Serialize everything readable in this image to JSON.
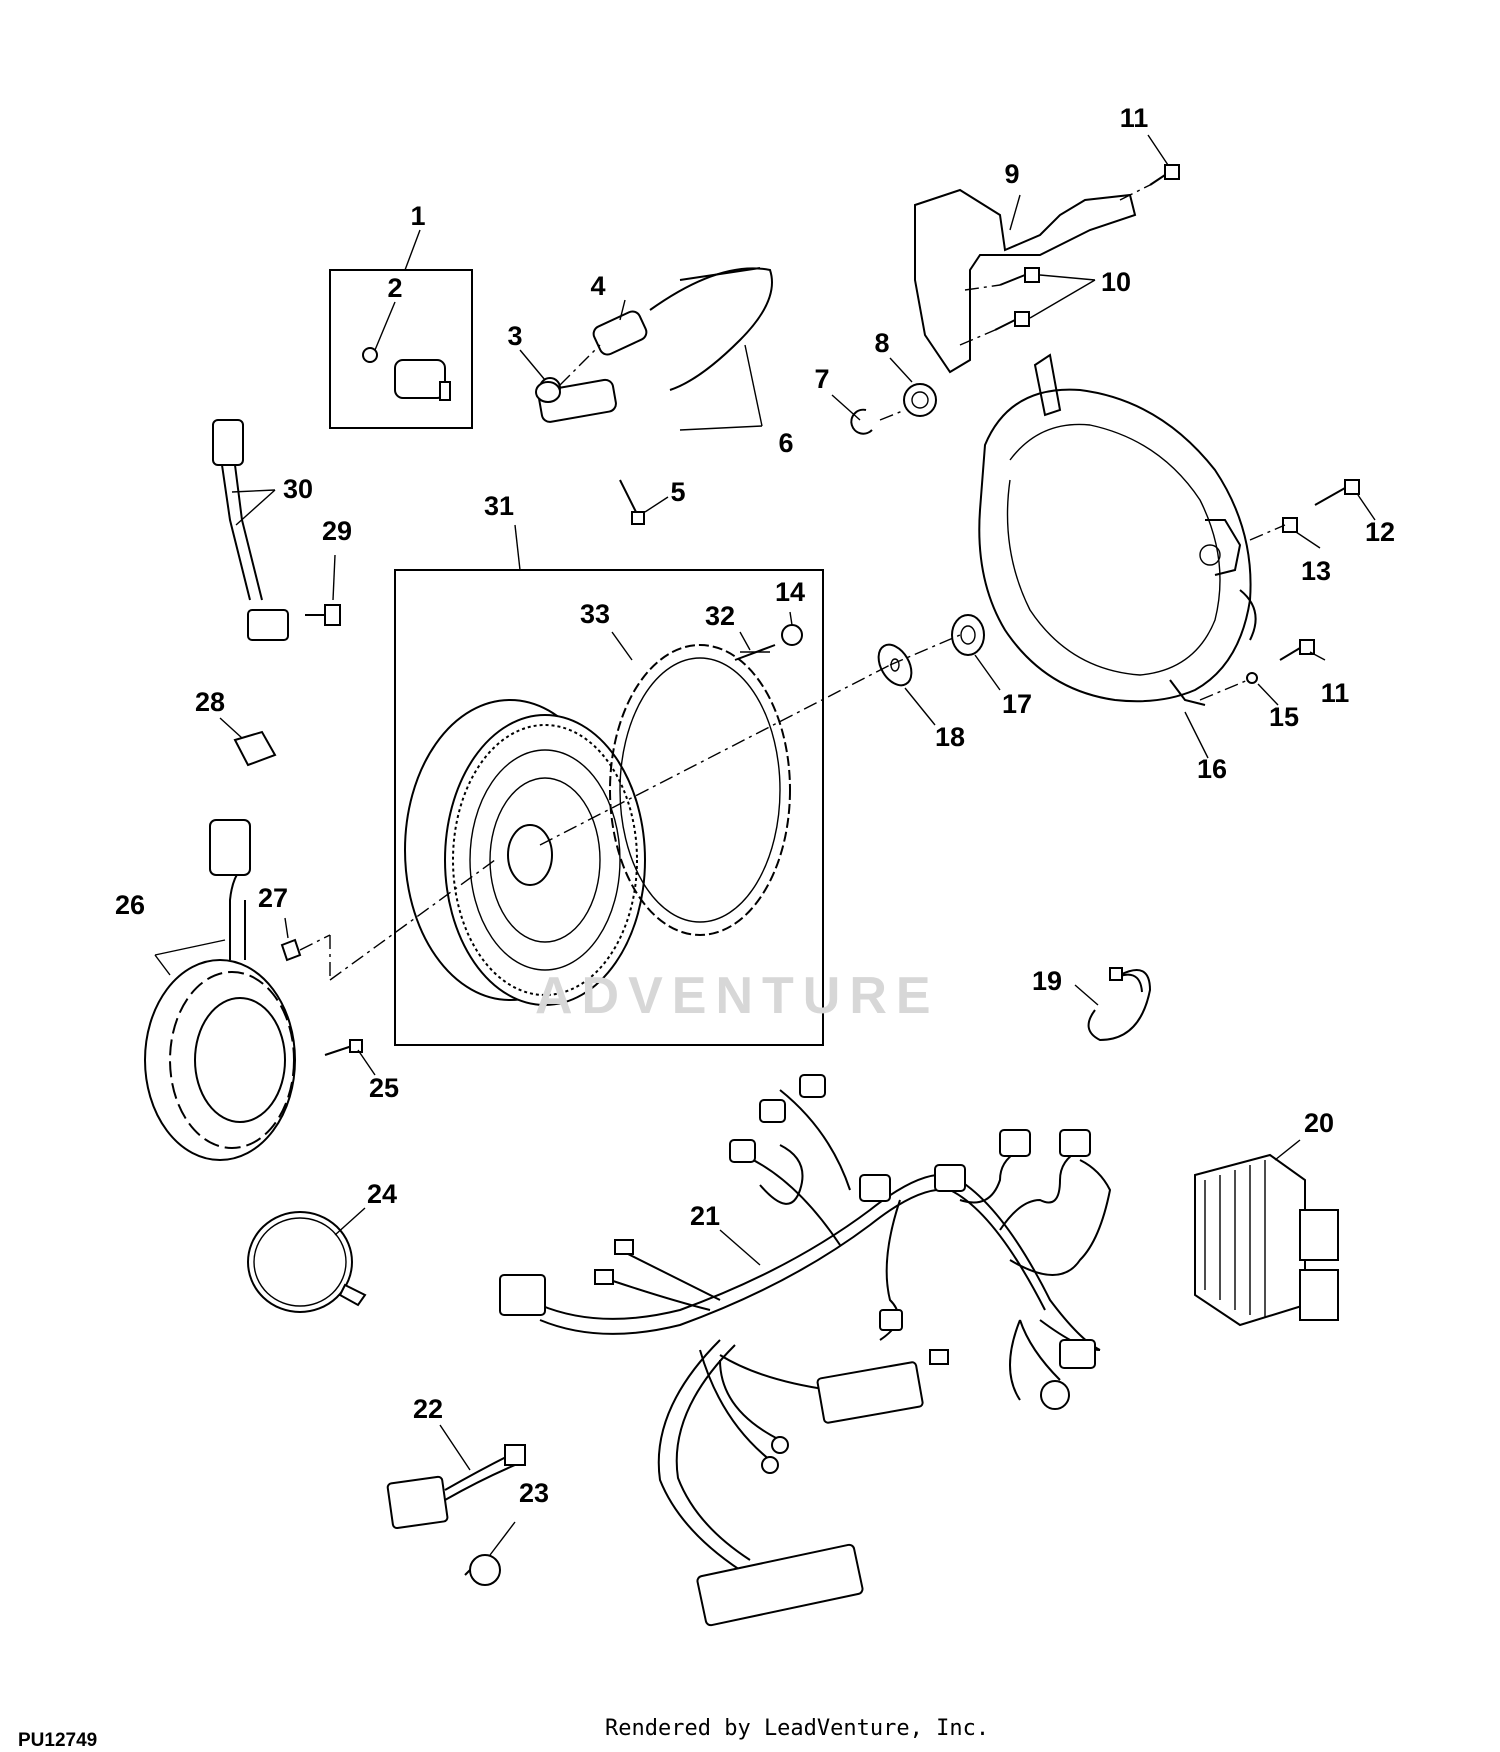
{
  "figure_code": "PU12749",
  "credit": "Rendered by LeadVenture, Inc.",
  "watermark": "ADVENTURE",
  "callouts": [
    "1",
    "2",
    "3",
    "4",
    "5",
    "6",
    "7",
    "8",
    "9",
    "10",
    "11",
    "11",
    "12",
    "13",
    "14",
    "15",
    "16",
    "17",
    "18",
    "19",
    "20",
    "21",
    "22",
    "23",
    "24",
    "25",
    "26",
    "27",
    "28",
    "29",
    "30",
    "31",
    "32",
    "33"
  ]
}
